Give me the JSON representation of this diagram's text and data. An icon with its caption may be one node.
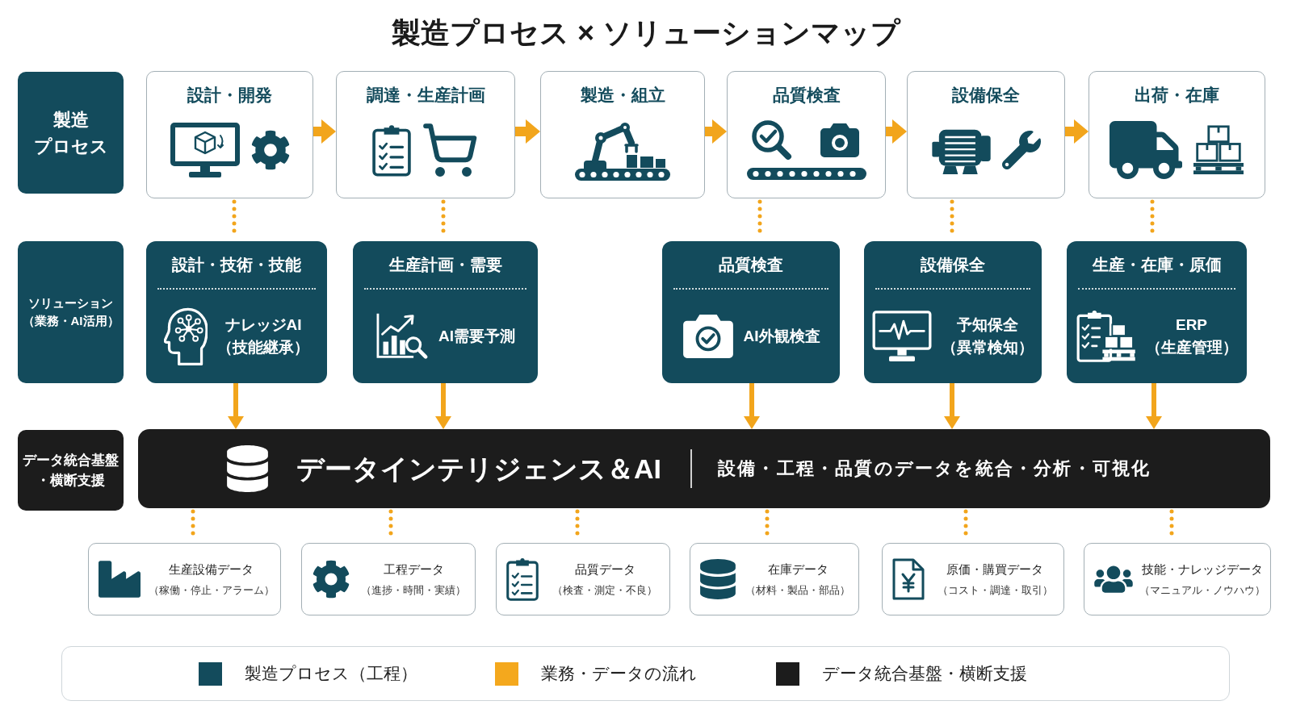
{
  "diagram": {
    "title": "製造プロセス × ソリューションマップ",
    "nodes": [
      {
        "text": [
          "製造プロセス"
        ]
      },
      {
        "text": [
          "設計・開発"
        ]
      },
      {
        "text": [
          "調達・生産計画"
        ]
      },
      {
        "text": [
          "製造・組立"
        ]
      },
      {
        "text": [
          "品質検査"
        ]
      },
      {
        "text": [
          "設備保全"
        ]
      },
      {
        "text": [
          "出荷・在庫"
        ]
      },
      {
        "text": [
          "ソリューション（業務・AI活用）"
        ]
      },
      {
        "text": [
          "設計・技術・技能",
          "ナレッジAI（技能継承）"
        ]
      },
      {
        "text": [
          "生産計画・需要",
          "AI需要予測"
        ]
      },
      {
        "text": [
          "品質検査",
          "AI外観検査"
        ]
      },
      {
        "text": [
          "設備保全",
          "予知保全（異常検知）"
        ]
      },
      {
        "text": [
          "生産・在庫・原価",
          "ERP（生産管理）"
        ]
      },
      {
        "text": [
          "データ統合基盤・横断支援"
        ]
      },
      {
        "text": [
          "データインテリジェンス＆AI",
          "設備・工程・品質のデータを統合・分析・可視化"
        ]
      },
      {
        "text": [
          "生産設備データ",
          "（稼働・停止・アラーム）"
        ]
      },
      {
        "text": [
          "工程データ",
          "（進捗・時間・実績）"
        ]
      },
      {
        "text": [
          "品質データ",
          "（検査・測定・不良）"
        ]
      },
      {
        "text": [
          "在庫データ",
          "（材料・製品・部品）"
        ]
      },
      {
        "text": [
          "原価・購買データ",
          "（コスト・調達・取引）"
        ]
      },
      {
        "text": [
          "技能・ナレッジデータ",
          "（マニュアル・ノウハウ）"
        ]
      }
    ],
    "edges": [
      {
        "from": 1,
        "to": 2,
        "arrow": "to",
        "style": "thick"
      },
      {
        "from": 2,
        "to": 3,
        "arrow": "to",
        "style": "thick"
      },
      {
        "from": 3,
        "to": 4,
        "arrow": "to",
        "style": "thick"
      },
      {
        "from": 4,
        "to": 5,
        "arrow": "to",
        "style": "thick"
      },
      {
        "from": 5,
        "to": 6,
        "arrow": "to",
        "style": "thick"
      },
      {
        "from": 1,
        "to": 8,
        "arrow": "none",
        "style": "dashed"
      },
      {
        "from": 2,
        "to": 9,
        "arrow": "none",
        "style": "dashed"
      },
      {
        "from": 4,
        "to": 10,
        "arrow": "none",
        "style": "dashed"
      },
      {
        "from": 5,
        "to": 11,
        "arrow": "none",
        "style": "dashed"
      },
      {
        "from": 6,
        "to": 12,
        "arrow": "none",
        "style": "dashed"
      },
      {
        "from": 8,
        "to": 14,
        "arrow": "to"
      },
      {
        "from": 9,
        "to": 14,
        "arrow": "to"
      },
      {
        "from": 10,
        "to": 14,
        "arrow": "to"
      },
      {
        "from": 11,
        "to": 14,
        "arrow": "to"
      },
      {
        "from": 12,
        "to": 14,
        "arrow": "to"
      },
      {
        "from": 14,
        "to": 15,
        "arrow": "none",
        "style": "dashed"
      },
      {
        "from": 14,
        "to": 16,
        "arrow": "none",
        "style": "dashed"
      },
      {
        "from": 14,
        "to": 17,
        "arrow": "none",
        "style": "dashed"
      },
      {
        "from": 14,
        "to": 18,
        "arrow": "none",
        "style": "dashed"
      },
      {
        "from": 14,
        "to": 19,
        "arrow": "none",
        "style": "dashed"
      },
      {
        "from": 14,
        "to": 20,
        "arrow": "none",
        "style": "dashed"
      }
    ],
    "legend": [
      {
        "text": "製造プロセス（工程）",
        "color": "#134b5c"
      },
      {
        "text": "業務・データの流れ",
        "color": "#f4a81d"
      },
      {
        "text": "データ統合基盤・横断支援",
        "color": "#1c1c1c"
      }
    ]
  }
}
